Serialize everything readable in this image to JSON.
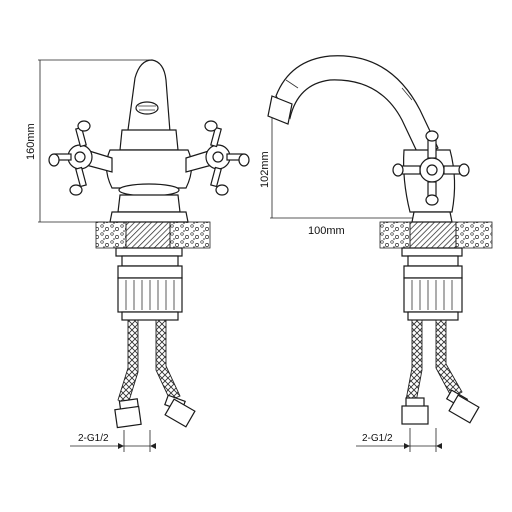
{
  "dimensions": {
    "height_label": "160mm",
    "spout_height_label": "102mm",
    "reach_label": "100mm",
    "left_thread_label": "2-G1/2",
    "right_thread_label": "2-G1/2"
  }
}
